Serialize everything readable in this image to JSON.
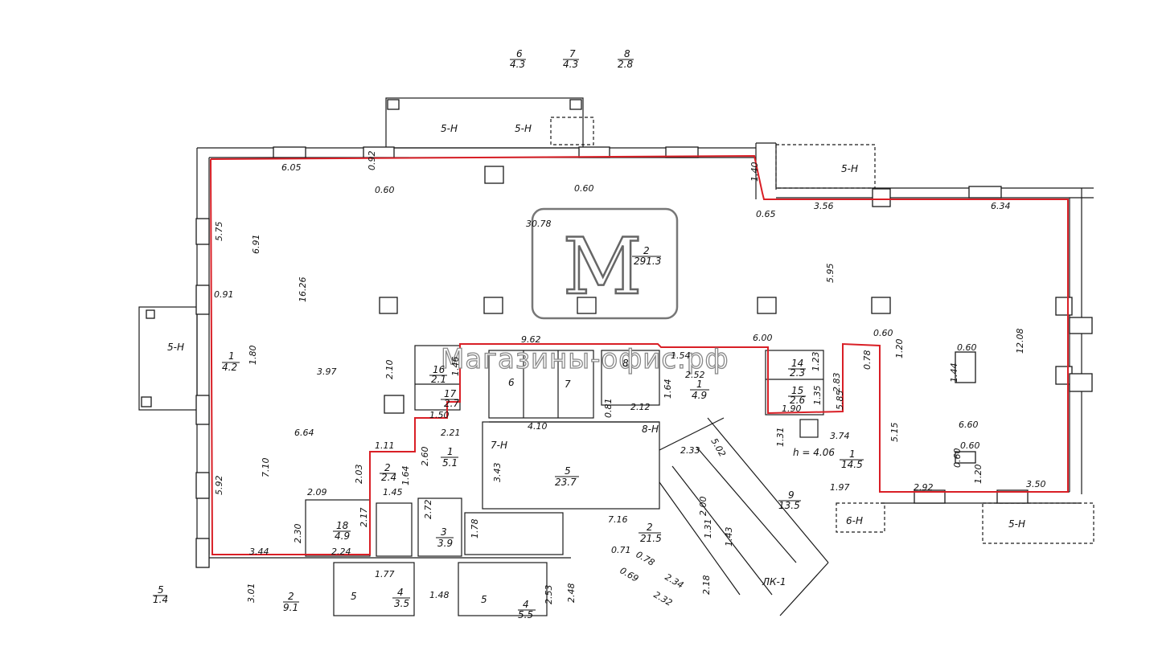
{
  "plan": {
    "border_color": "#d91f26",
    "line_color": "#1a1a1a",
    "watermark": {
      "letter": "M",
      "text": "Магазины-офис.рф"
    },
    "top_ratios": [
      {
        "num": "6",
        "den": "4.3"
      },
      {
        "num": "7",
        "den": "4.3"
      },
      {
        "num": "8",
        "den": "2.8"
      }
    ],
    "main_room": {
      "num": "2",
      "den": "291.3"
    },
    "axis_marks": [
      "5-Н",
      "5-Н",
      "5-Н",
      "5-Н",
      "5-Н",
      "6-Н",
      "7-Н",
      "8-Н",
      "ЛК-1"
    ],
    "rooms": [
      {
        "num": "1",
        "den": "4.2"
      },
      {
        "num": "16",
        "den": "2.1"
      },
      {
        "num": "17",
        "den": "2.7"
      },
      {
        "num": "1",
        "den": "5.1"
      },
      {
        "num": "2",
        "den": "2.4"
      },
      {
        "num": "18",
        "den": "4.9"
      },
      {
        "num": "5",
        "den": "23.7"
      },
      {
        "num": "3",
        "den": "3.9"
      },
      {
        "num": "2",
        "den": "21.5"
      },
      {
        "num": "1",
        "den": "4.9"
      },
      {
        "num": "14",
        "den": "2.3"
      },
      {
        "num": "15",
        "den": "2.6"
      },
      {
        "num": "1",
        "den": "14.5"
      },
      {
        "num": "9",
        "den": "13.5"
      },
      {
        "num": "5",
        "den": "1.4"
      },
      {
        "num": "2",
        "den": "9.1"
      },
      {
        "num": "4",
        "den": "3.5"
      },
      {
        "num": "4",
        "den": "5.5"
      }
    ],
    "shaft_labels": [
      "6",
      "7",
      "8",
      "5",
      "5"
    ],
    "ceiling_height": "h = 4.06",
    "dimensions": [
      "6.05",
      "0.92",
      "0.60",
      "0.60",
      "1.40",
      "0.65",
      "3.56",
      "6.34",
      "30.78",
      "5.75",
      "6.91",
      "16.26",
      "0.91",
      "1.80",
      "3.97",
      "5.95",
      "12.08",
      "9.62",
      "1.54",
      "6.00",
      "0.60",
      "1.20",
      "0.78",
      "0.60",
      "1.44",
      "2.10",
      "1.46",
      "1.50",
      "1.23",
      "2.83",
      "2.52",
      "1.64",
      "1.35",
      "1.90",
      "2.21",
      "4.10",
      "0.81",
      "2.12",
      "5.85",
      "5.15",
      "6.60",
      "6.64",
      "1.11",
      "2.60",
      "3.43",
      "3.74",
      "1.31",
      "2.33",
      "5.02",
      "0.60",
      "0.60",
      "1.20",
      "7.10",
      "2.03",
      "1.64",
      "1.45",
      "2.09",
      "5.92",
      "2.92",
      "3.50",
      "2.72",
      "1.97",
      "2.30",
      "2.17",
      "7.16",
      "2.00",
      "1.31",
      "1.78",
      "3.44",
      "2.24",
      "1.43",
      "0.71",
      "0.78",
      "0.69",
      "2.34",
      "2.32",
      "2.18",
      "1.77",
      "1.48",
      "2.53",
      "2.48",
      "3.01"
    ]
  }
}
